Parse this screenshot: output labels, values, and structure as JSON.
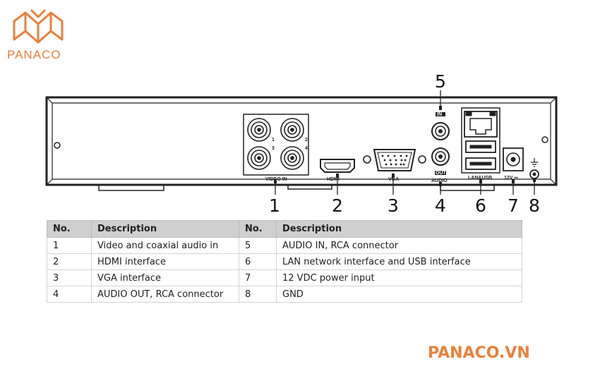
{
  "brand": {
    "logo_text": "PANACO",
    "footer_text": "PANACO.VN",
    "accent_color": "#e9813a",
    "logo_icon": "open-book-icon"
  },
  "panel": {
    "port_labels": {
      "video_in": "VIDEO IN",
      "hdmi": "HDMI",
      "vga": "VGA",
      "audio_in": "IN",
      "audio_out": "OUT",
      "audio": "AUDIO",
      "lan_usb": "LAN&USB",
      "power": "12V ⎓",
      "channel_numbers": [
        "1",
        "2",
        "3",
        "4"
      ]
    },
    "callouts": [
      "1",
      "2",
      "3",
      "4",
      "5",
      "6",
      "7",
      "8"
    ]
  },
  "table": {
    "headers": [
      "No.",
      "Description",
      "No.",
      "Description"
    ],
    "rows": [
      [
        "1",
        "Video and coaxial audio in",
        "5",
        "AUDIO IN, RCA connector"
      ],
      [
        "2",
        "HDMI interface",
        "6",
        "LAN network interface and USB interface"
      ],
      [
        "3",
        "VGA interface",
        "7",
        "12 VDC power input"
      ],
      [
        "4",
        "AUDIO OUT, RCA connector",
        "8",
        "GND"
      ]
    ]
  }
}
